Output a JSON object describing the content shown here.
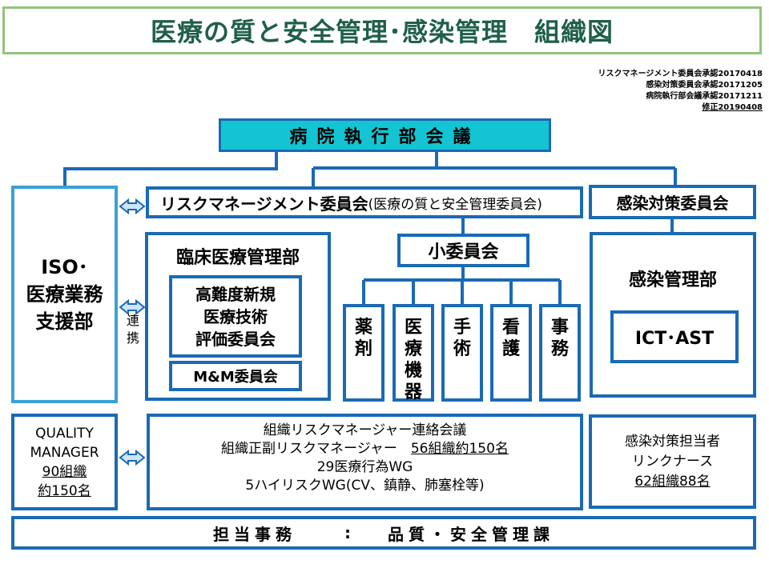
{
  "header": {
    "title": "医療の質と安全管理･感染管理　組織図"
  },
  "approvals": [
    "リスクマネージメント委員会承認20170418",
    "感染対策委員会承認20171205",
    "病院執行部会議承認20171211",
    "修正20190408"
  ],
  "boxes": {
    "exec_meeting": "病院執行部会議",
    "iso": [
      "ISO･",
      "医療業務",
      "支援部"
    ],
    "risk_committee": "リスクマネージメント委員会",
    "risk_committee_sub": "(医療の質と安全管理委員会)",
    "infection_committee": "感染対策委員会",
    "clinical_dept": "臨床医療管理部",
    "advanced_tech": [
      "高難度新規",
      "医療技術",
      "評価委員会"
    ],
    "mm_committee": "M&M委員会",
    "subcommittee": "小委員会",
    "sub_units": [
      "薬剤",
      "医療機器",
      "手術",
      "看護",
      "事務"
    ],
    "infection_dept": "感染管理部",
    "ict_ast": "ICT･AST",
    "collab_label": [
      "連",
      "携"
    ],
    "quality_manager": [
      "QUALITY",
      "MANAGER",
      "90組織",
      "約150名"
    ],
    "org_meeting": [
      "組織リスクマネージャー連絡会議",
      "組織正副リスクマネージャー",
      "56組織約150名",
      "29医療行為WG",
      "5ハイリスクWG(CV、鎮静、肺塞栓等)"
    ],
    "infection_staff": [
      "感染対策担当者",
      "リンクナース",
      "62組織88名"
    ],
    "office": [
      "担当事務",
      ":",
      "品質・安全管理課"
    ]
  },
  "colors": {
    "title_text": "#1f5f4a",
    "title_border": "#92c47d",
    "box_border": "#1a6ab5",
    "exec_fill": "#14c4d2",
    "iso_border": "#3aa0d8"
  }
}
